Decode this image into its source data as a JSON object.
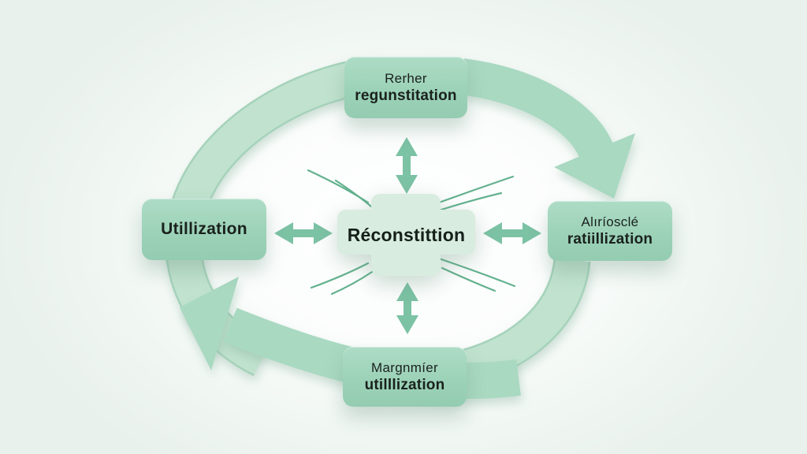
{
  "diagram": {
    "type": "cycle-diagram",
    "nodes": {
      "top": {
        "line1": "Rerher",
        "line2": "regunstitation"
      },
      "left": {
        "label": "Utillization"
      },
      "center": {
        "label": "Réconstittion"
      },
      "right": {
        "line1": "Alıríosclé",
        "line2": "ratiillization"
      },
      "bottom": {
        "line1": "Margnmíer",
        "line2": "utilllization"
      }
    },
    "connections": [
      "top -> right (large curved cycle arrow, clockwise)",
      "bottom -> left (large curved cycle arrow, clockwise)",
      "center <-> top (double-headed arrow)",
      "center <-> bottom (double-headed arrow)",
      "center <-> left (double-headed arrow)",
      "center <-> right (double-headed arrow)"
    ],
    "colors": {
      "background": "#e9f1ec",
      "background_center": "#ffffff",
      "node_fill": "#9cd2b8",
      "node_fill_light": "#aedcc6",
      "center_fill": "#d8ecdf",
      "ring_band": "#c0e2ce",
      "ring_band_edge": "#a5d2ba",
      "cycle_arrow": "#a9d9c1",
      "double_arrow": "#7cc2a4",
      "accent_line": "#63b18e",
      "text": "#1a211d"
    }
  }
}
